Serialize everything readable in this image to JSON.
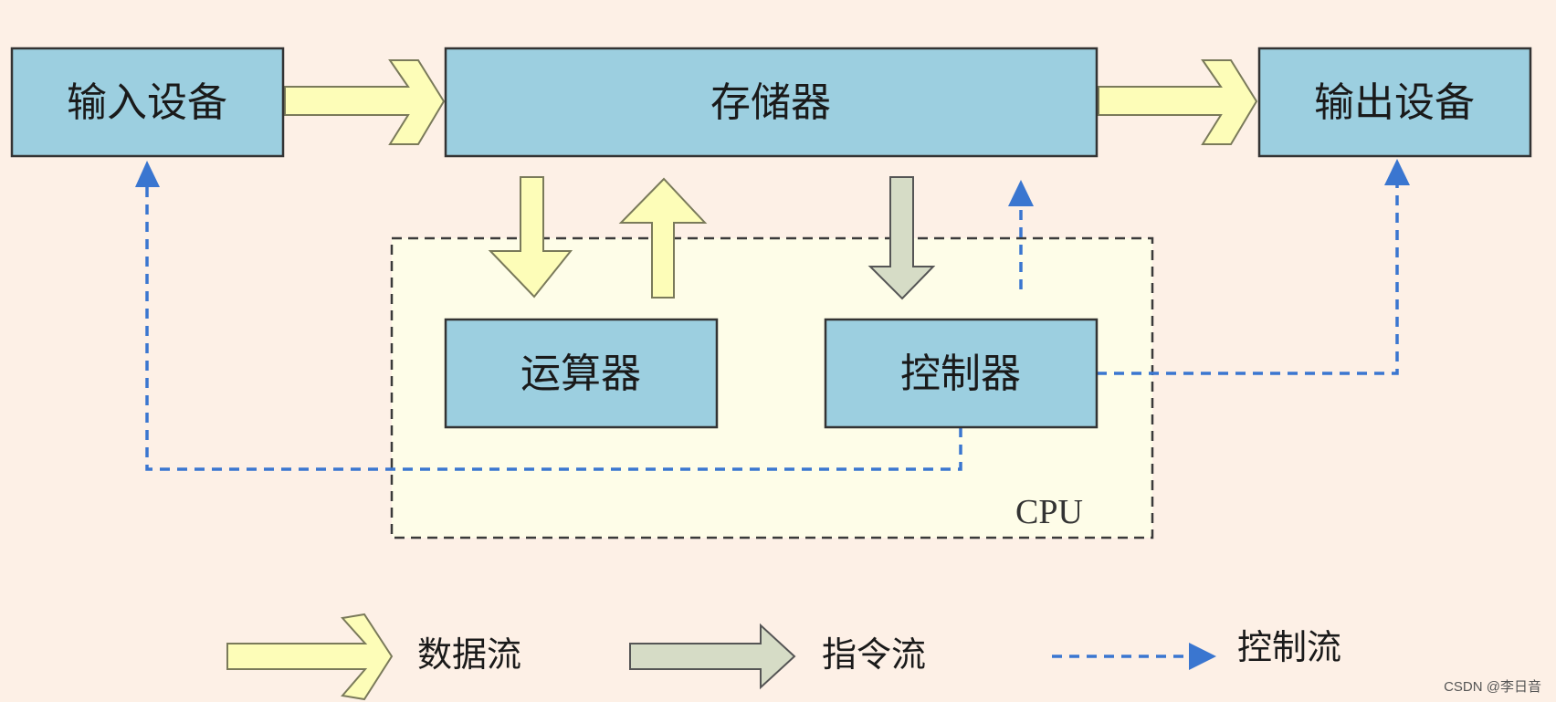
{
  "boxes": {
    "input": "输入设备",
    "memory": "存储器",
    "output": "输出设备",
    "alu": "运算器",
    "controller": "控制器"
  },
  "cpu_label": "CPU",
  "legend": {
    "data_flow": "数据流",
    "instruction_flow": "指令流",
    "control_flow": "控制流"
  },
  "watermark": "CSDN @李日音",
  "colors": {
    "background": "#fdf0e6",
    "box_fill": "#9ccfe0",
    "box_stroke": "#333333",
    "cpu_fill": "#fefde8",
    "data_arrow": "#fdfdb8",
    "instruction_arrow": "#d6dcc6",
    "control_line": "#3a76d0"
  }
}
